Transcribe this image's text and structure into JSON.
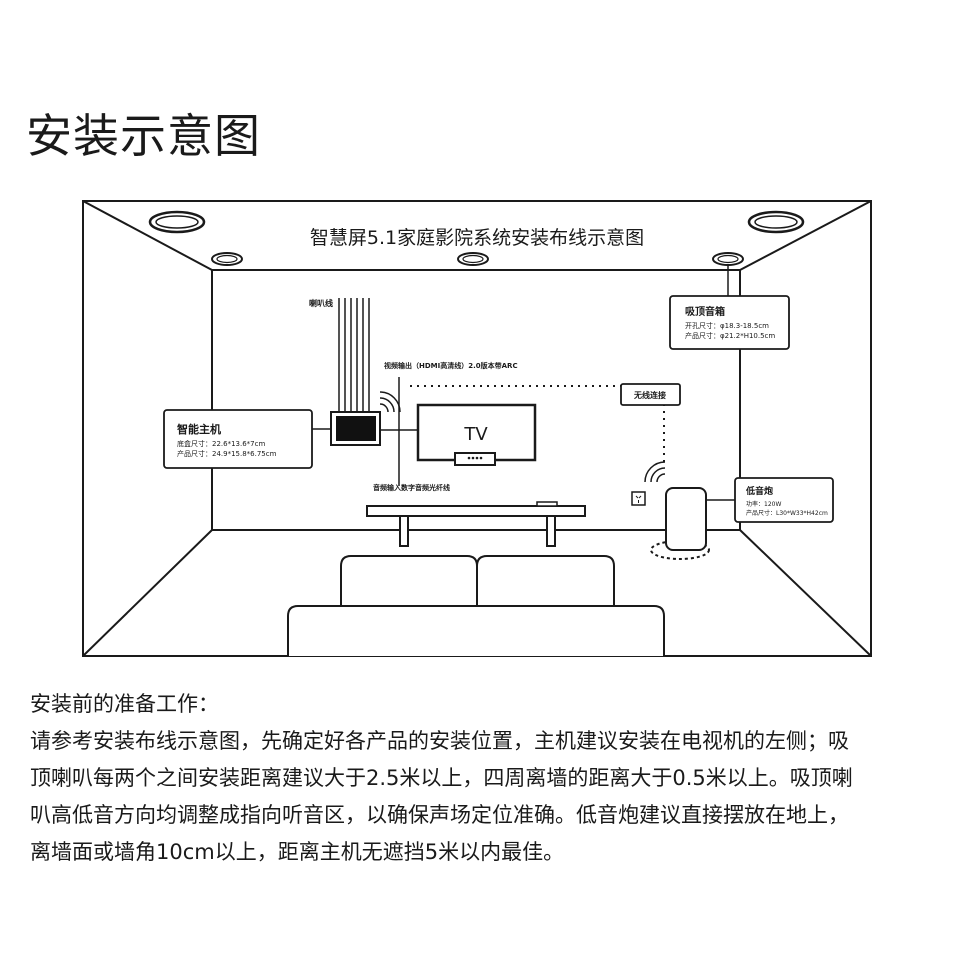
{
  "page": {
    "title": "安装示意图"
  },
  "diagram": {
    "title": "智慧屏5.1家庭影院系统安装布线示意图",
    "speaker_wire_label": "喇叭线",
    "video_out_label": "视频输出（HDMI高清线）2.0版本带ARC",
    "audio_in_label": "音频输入数字音频光纤线",
    "tv_label": "TV",
    "wireless_label": "无线连接",
    "host": {
      "name": "智能主机",
      "spec1": "底盒尺寸：22.6*13.6*7cm",
      "spec2": "产品尺寸：24.9*15.8*6.75cm"
    },
    "ceiling_speaker": {
      "name": "吸顶音箱",
      "spec1": "开孔尺寸：φ18.3-18.5cm",
      "spec2": "产品尺寸：φ21.2*H10.5cm"
    },
    "subwoofer": {
      "name": "低音炮",
      "spec1": "功率：120W",
      "spec2": "产品尺寸：L30*W33*H42cm"
    }
  },
  "prep": {
    "heading": "安装前的准备工作：",
    "lines": [
      "请参考安装布线示意图，先确定好各产品的安装位置，主机建议安装在电视机的左侧；吸",
      "顶喇叭每两个之间安装距离建议大于2.5米以上，四周离墙的距离大于0.5米以上。吸顶喇",
      "叭高低音方向均调整成指向听音区，以确保声场定位准确。低音炮建议直接摆放在地上，",
      "离墙面或墙角10cm以上，距离主机无遮挡5米以内最佳。"
    ]
  }
}
